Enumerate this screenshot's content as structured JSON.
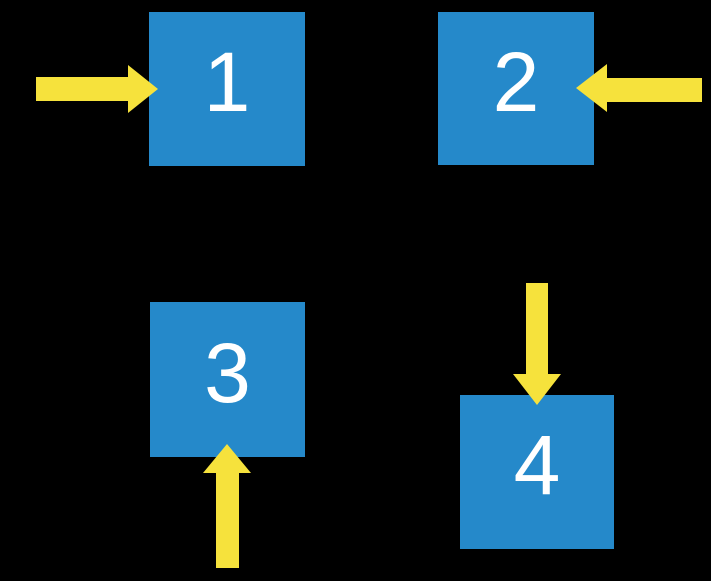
{
  "canvas": {
    "background": "#000000"
  },
  "colors": {
    "square_fill": "#2589CA",
    "arrow_fill": "#F6E23C",
    "label_color": "#FFFFFF",
    "background": "#000000"
  },
  "squares": [
    {
      "label": "1",
      "arrow_direction": "right",
      "arrow_enters_from": "left side"
    },
    {
      "label": "2",
      "arrow_direction": "left",
      "arrow_enters_from": "right side"
    },
    {
      "label": "3",
      "arrow_direction": "up",
      "arrow_enters_from": "below"
    },
    {
      "label": "4",
      "arrow_direction": "down",
      "arrow_enters_from": "above"
    }
  ]
}
